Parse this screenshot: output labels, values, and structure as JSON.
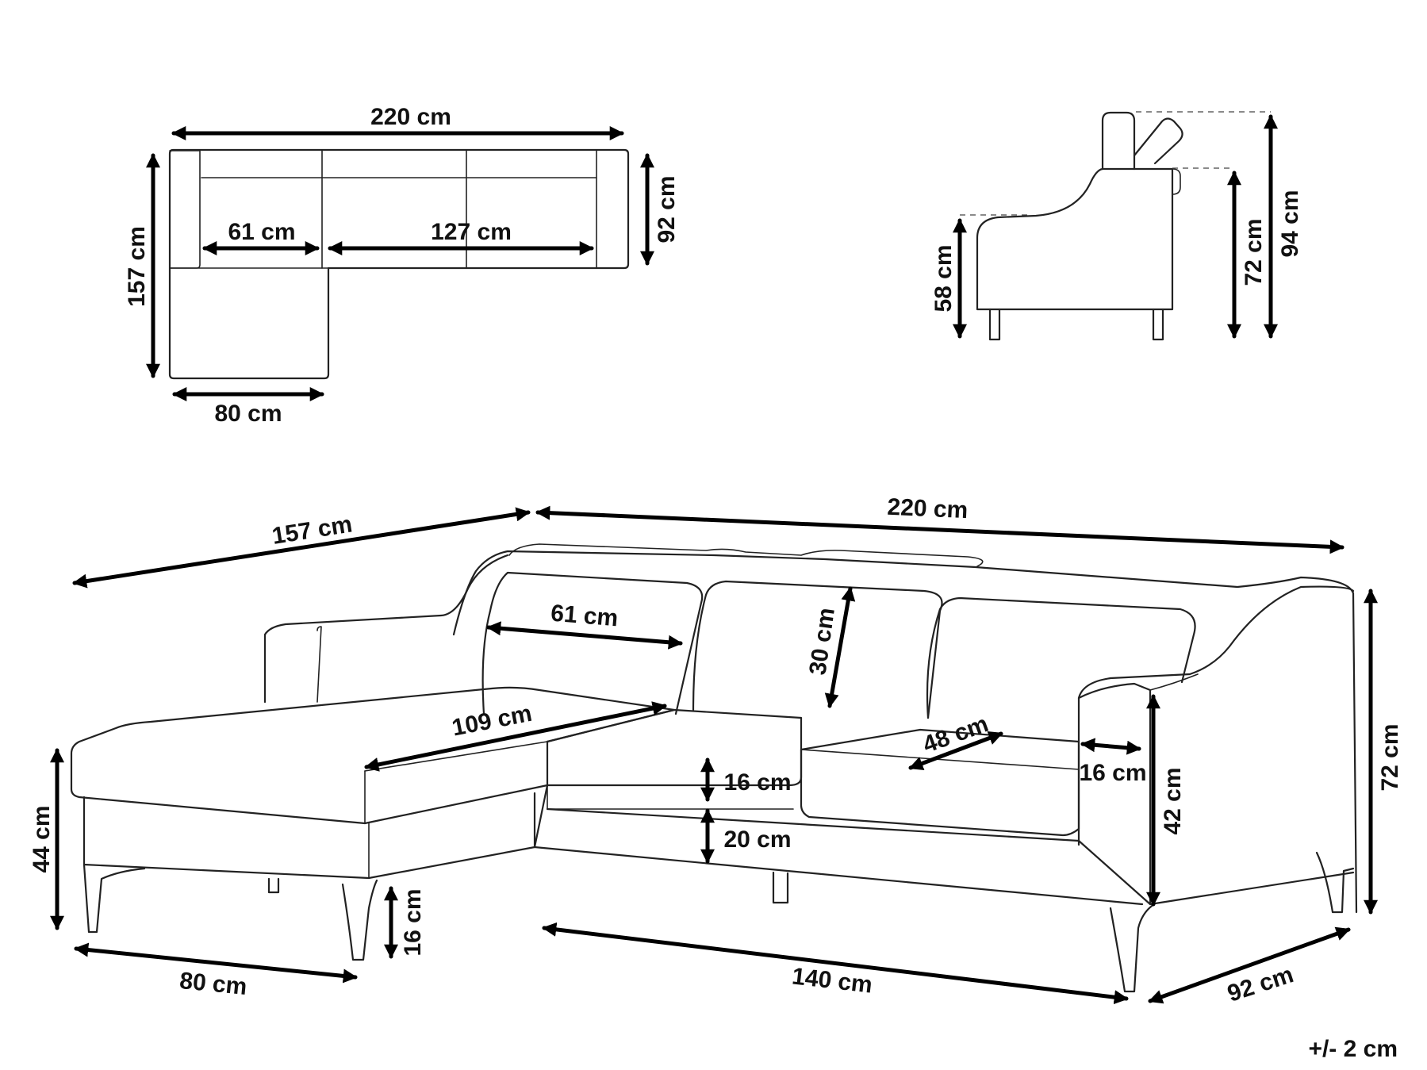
{
  "top_view": {
    "width": "220 cm",
    "depth": "157 cm",
    "chaise_width": "80 cm",
    "chaise_seat": "61 cm",
    "sofa_seat": "127 cm",
    "sofa_depth": "92 cm"
  },
  "side_view": {
    "seat_height": "58 cm",
    "back_height": "72 cm",
    "headrest_height": "94 cm"
  },
  "main_view": {
    "depth": "157 cm",
    "width": "220 cm",
    "back_cushion": "61 cm",
    "back_height": "30 cm",
    "chaise_seat": "109 cm",
    "seat_depth": "48 cm",
    "armrest": "16 cm",
    "cushion_thickness": "16 cm",
    "base_height": "20 cm",
    "arm_height": "42 cm",
    "total_height": "72 cm",
    "seat_height": "44 cm",
    "leg_height": "16 cm",
    "chaise_width": "80 cm",
    "sofa_length": "140 cm",
    "sofa_depth": "92 cm"
  },
  "tolerance": "+/- 2 cm"
}
